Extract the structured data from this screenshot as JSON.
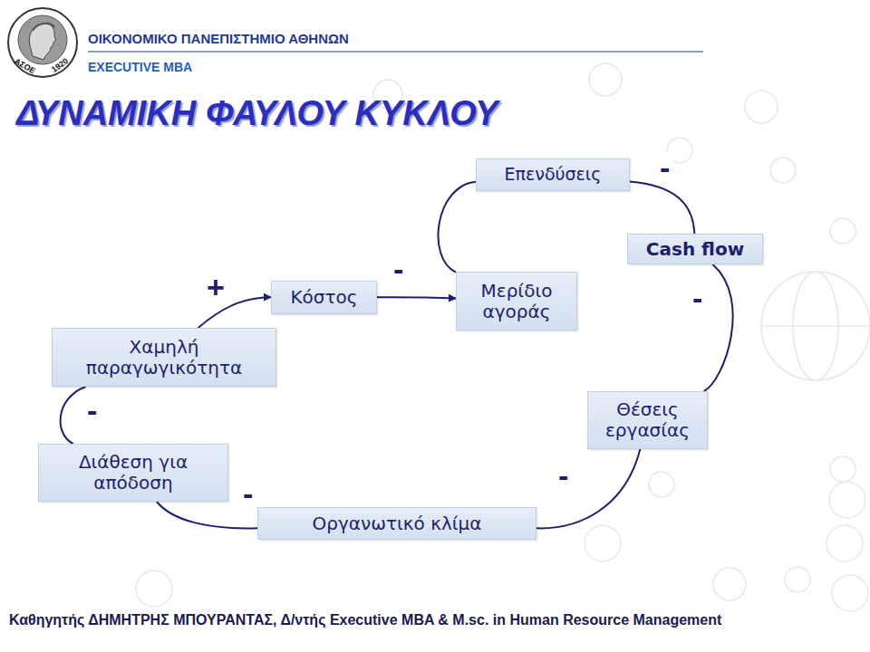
{
  "diagram": {
    "title": "ΔΥΝΑΜΙΚΗ ΦΑΥΛΟΥ ΚΥΚΛΟΥ",
    "nodes": [
      {
        "text": [
          "Επενδύσεις"
        ]
      },
      {
        "text": [
          "Cash flow"
        ]
      },
      {
        "text": [
          "Κόστος"
        ]
      },
      {
        "text": [
          "Μερίδιο αγοράς"
        ]
      },
      {
        "text": [
          "Χαμηλή παραγωγικότητα"
        ]
      },
      {
        "text": [
          "Θέσεις εργασίας"
        ]
      },
      {
        "text": [
          "Διάθεση για απόδοση"
        ]
      },
      {
        "text": [
          "Οργανωτικό κλίμα"
        ]
      }
    ],
    "edges": [
      {
        "from": 4,
        "to": 2,
        "label": "+",
        "arrow": "to"
      },
      {
        "from": 2,
        "to": 3,
        "label": "-",
        "arrow": "to"
      },
      {
        "from": 3,
        "to": 0,
        "arrow": "none"
      },
      {
        "from": 0,
        "to": 1,
        "label": "-",
        "arrow": "none"
      },
      {
        "from": 1,
        "to": 5,
        "label": "-",
        "arrow": "none"
      },
      {
        "from": 5,
        "to": 7,
        "label": "-",
        "arrow": "none"
      },
      {
        "from": 7,
        "to": 6,
        "label": "-",
        "arrow": "none"
      },
      {
        "from": 6,
        "to": 4,
        "label": "-",
        "arrow": "none"
      }
    ],
    "labels": [
      "ΟΙΚΟΝΟΜΙΚΟ ΠΑΝΕΠΙΣΤΗΜΙΟ ΑΘΗΝΩΝ",
      "EXECUTIVE MBA",
      "ΑΣΟΕ",
      "1920",
      "Καθηγητής ΔΗΜΗΤΡΗΣ ΜΠΟΥΡΑΝΤΑΣ, Δ/ντής Executive MBA & M.sc. in Human Resource Management"
    ]
  }
}
